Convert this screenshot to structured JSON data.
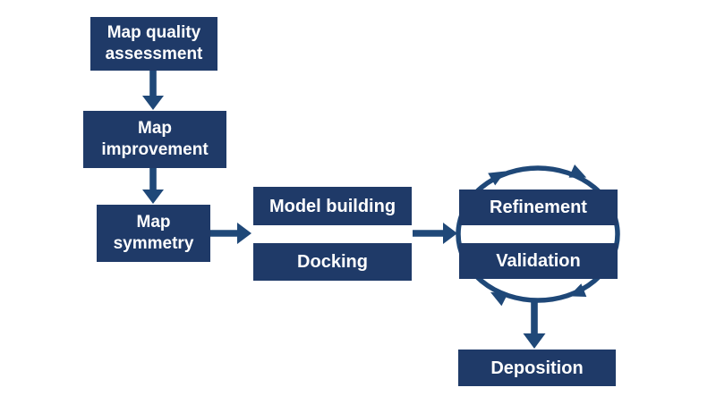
{
  "colors": {
    "box_fill": "#1f3a68",
    "arrow": "#1f4878",
    "label_text": "#ffffff",
    "background": "#ffffff"
  },
  "flowchart": {
    "boxes": [
      {
        "id": "map-quality-assessment",
        "lines": [
          "Map quality",
          "assessment"
        ]
      },
      {
        "id": "map-improvement",
        "lines": [
          "Map",
          "improvement"
        ]
      },
      {
        "id": "map-symmetry",
        "lines": [
          "Map",
          "symmetry"
        ]
      },
      {
        "id": "model-building",
        "lines": [
          "Model building"
        ]
      },
      {
        "id": "docking",
        "lines": [
          "Docking"
        ]
      },
      {
        "id": "refinement",
        "lines": [
          "Refinement"
        ]
      },
      {
        "id": "validation",
        "lines": [
          "Validation"
        ]
      },
      {
        "id": "deposition",
        "lines": [
          "Deposition"
        ]
      }
    ]
  }
}
